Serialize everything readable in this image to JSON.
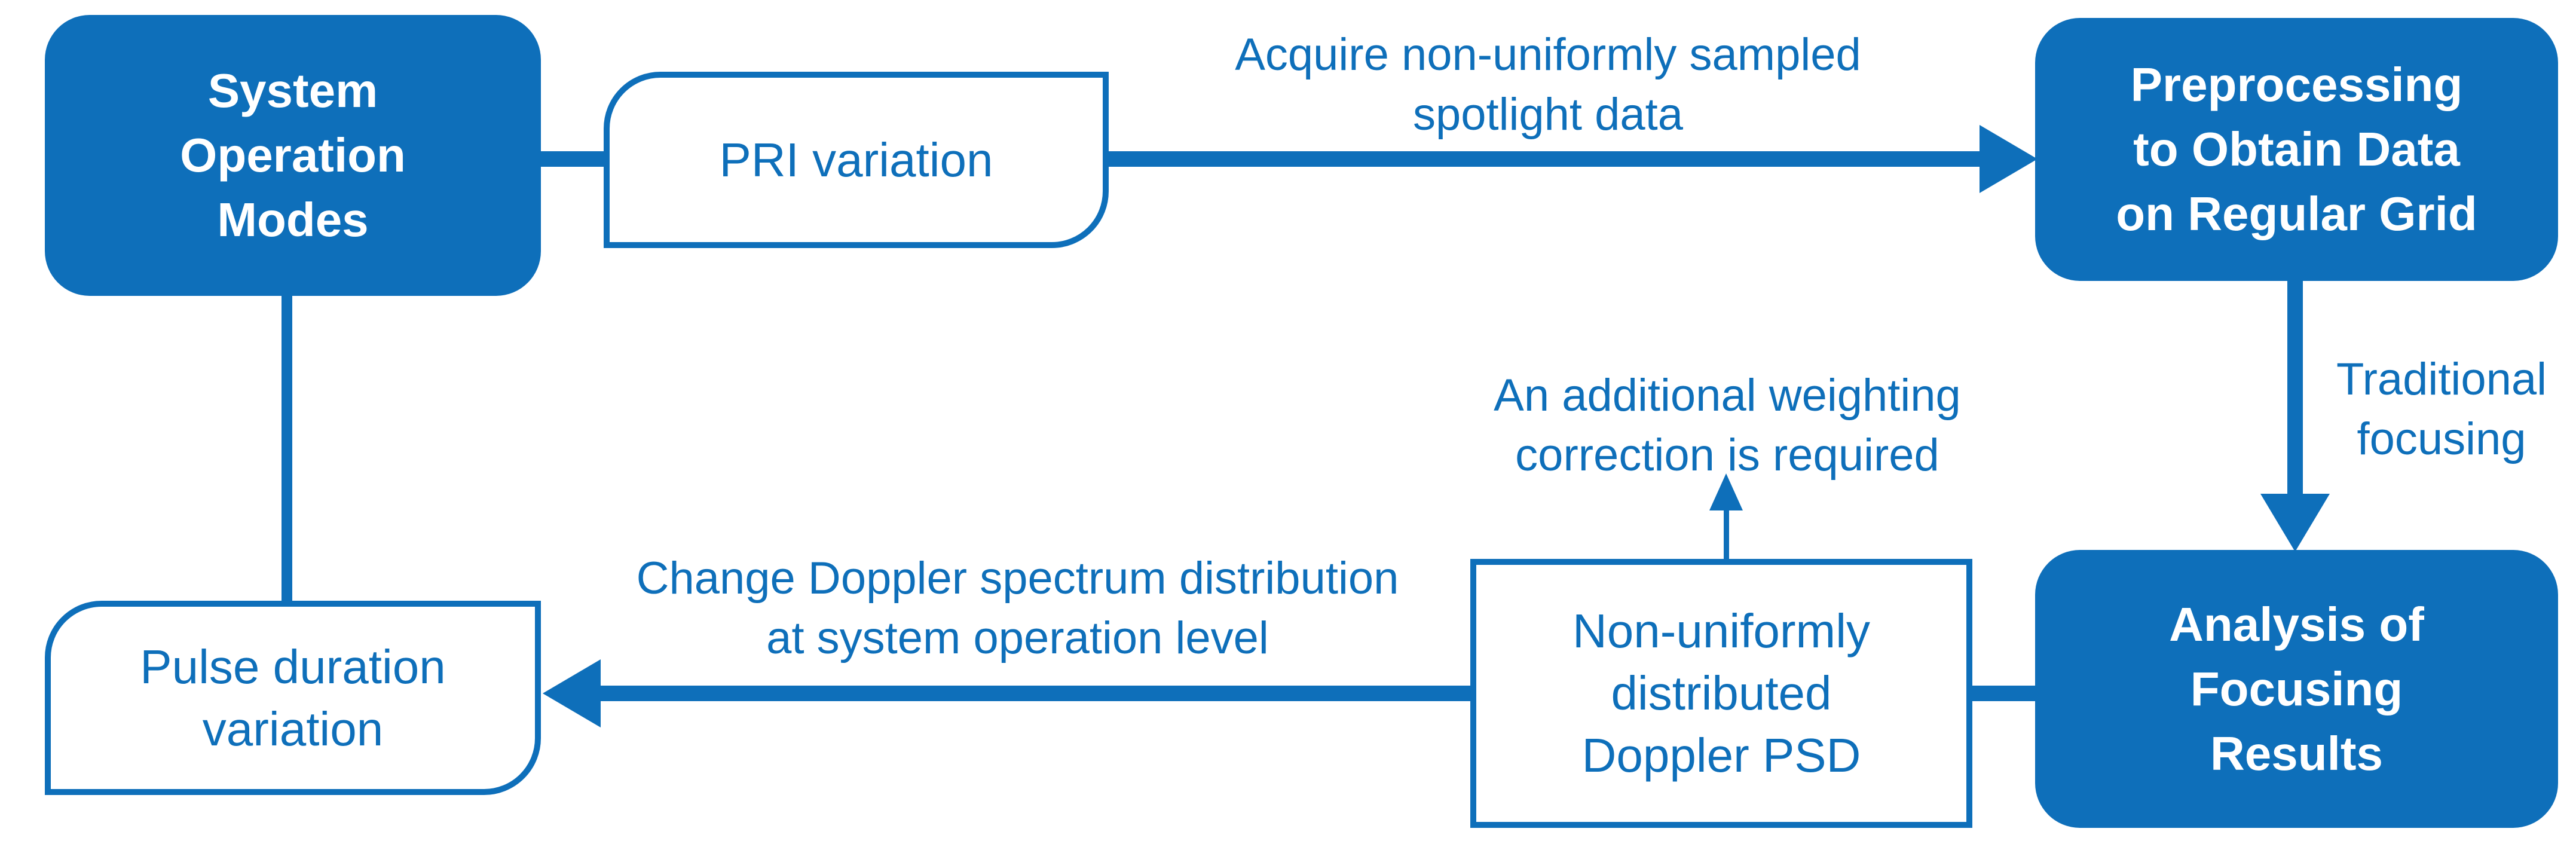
{
  "diagram": {
    "colors": {
      "accent": "#0E6FBA",
      "filled_box_text": "#FFFFFF",
      "background": "#FFFFFF"
    },
    "nodes": {
      "system_operation_modes": {
        "label": "System\nOperation\nModes"
      },
      "pri_variation": {
        "label": "PRI variation"
      },
      "preprocessing": {
        "label": "Preprocessing\nto Obtain Data\non Regular Grid"
      },
      "analysis_focusing": {
        "label": "Analysis of\nFocusing\nResults"
      },
      "doppler_psd": {
        "label": "Non-uniformly\ndistributed\nDoppler PSD"
      },
      "pulse_duration": {
        "label": "Pulse duration\nvariation"
      }
    },
    "edge_labels": {
      "acquire_data": "Acquire non-uniformly sampled\nspotlight data",
      "traditional_focusing": "Traditional\nfocusing",
      "weighting_correction": "An additional weighting\ncorrection is required",
      "change_spectrum": "Change Doppler spectrum distribution\nat system operation level"
    }
  }
}
